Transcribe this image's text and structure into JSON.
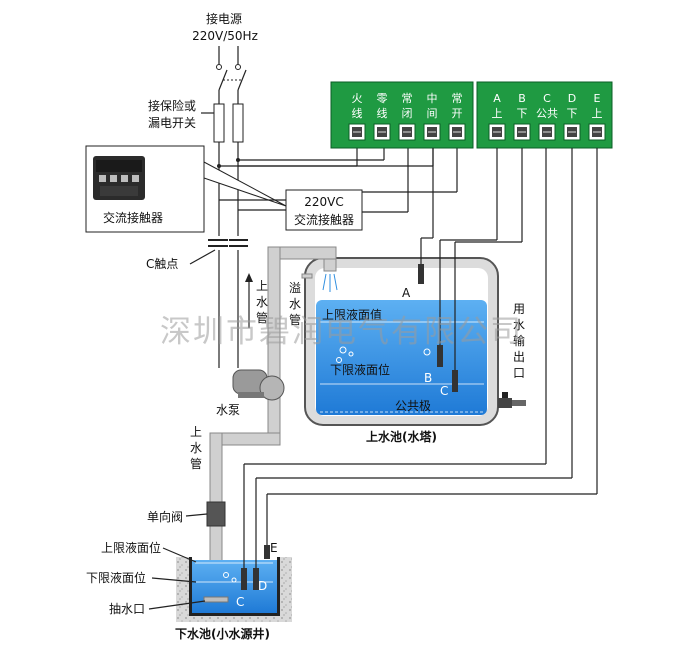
{
  "power": {
    "title": "接电源",
    "voltage": "220V/50Hz"
  },
  "breaker_label": [
    "接保险或",
    "漏电开关"
  ],
  "contactor_photo_label": "交流接触器",
  "contactor_box": {
    "line1": "220VC",
    "line2": "交流接触器"
  },
  "c_contact_label": "C触点",
  "pump_label": "水泵",
  "up_pipe_top": [
    "上",
    "水",
    "管"
  ],
  "up_pipe_bottom": [
    "上",
    "水",
    "管"
  ],
  "overflow_pipe": [
    "溢",
    "水",
    "管"
  ],
  "outlet_label": [
    "用",
    "水",
    "输",
    "出",
    "口"
  ],
  "check_valve": "单向阀",
  "lower_well": {
    "upper_level": "上限液面位",
    "lower_level": "下限液面位",
    "suction_port": "抽水口",
    "title": "下水池(小水源井)",
    "probe_c": "C",
    "probe_d": "D",
    "probe_e": "E"
  },
  "upper_tank": {
    "upper_level": "上限液面值",
    "lower_level": "下限液面位",
    "common": "公共极",
    "title": "上水池(水塔)",
    "probe_a": "A",
    "probe_b": "B",
    "probe_c": "C"
  },
  "terminal_block_left": [
    {
      "l1": "火",
      "l2": "线"
    },
    {
      "l1": "零",
      "l2": "线"
    },
    {
      "l1": "常",
      "l2": "闭"
    },
    {
      "l1": "中",
      "l2": "间"
    },
    {
      "l1": "常",
      "l2": "开"
    }
  ],
  "terminal_block_right": [
    {
      "l1": "A",
      "l2": "上"
    },
    {
      "l1": "B",
      "l2": "下"
    },
    {
      "l1": "C",
      "l2": "公共"
    },
    {
      "l1": "D",
      "l2": "下"
    },
    {
      "l1": "E",
      "l2": "上"
    }
  ],
  "watermark": "深圳市碧润电气有限公司",
  "colors": {
    "board": "#1f9a42",
    "water": "#2f8fe0",
    "tank_border": "#555555",
    "pipe": "#c9c9c9"
  }
}
